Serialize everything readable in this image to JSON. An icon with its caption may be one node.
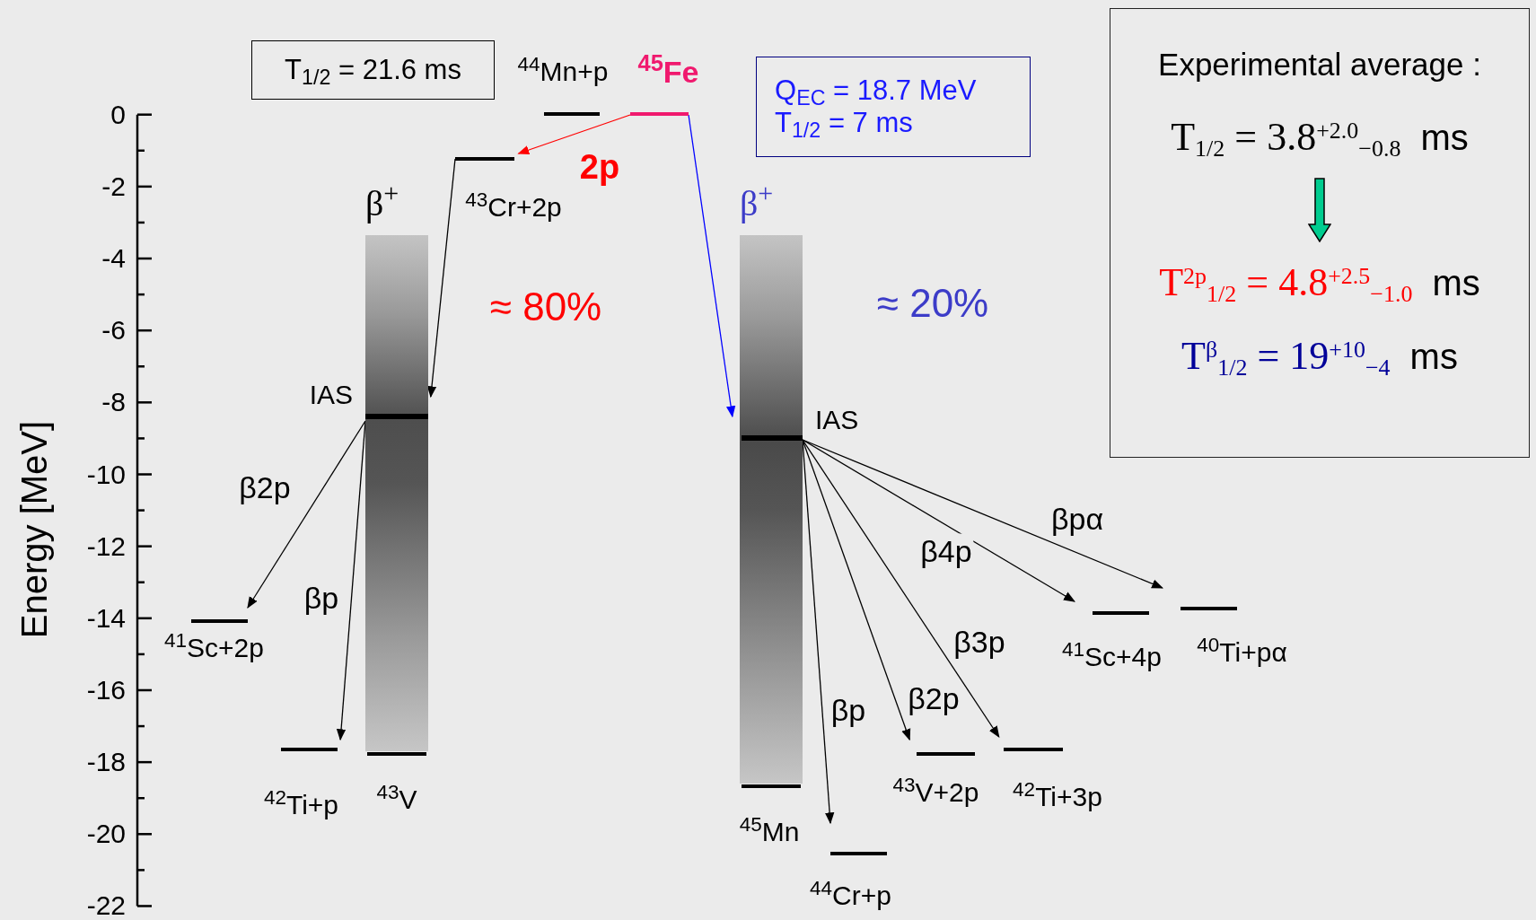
{
  "diagram": {
    "nodes": [
      {
        "text": [
          "T$_{1/2}$ = 21.6 ms"
        ]
      },
      {
        "text": [
          "$^{44}$Mn+p"
        ]
      },
      {
        "text": [
          "$^{45}$Fe"
        ]
      },
      {
        "text": [
          "Q$_{EC}$ = 18.7 MeV",
          "T$_{1/2}$ = 7 ms"
        ]
      },
      {
        "text": [
          "Experimental average :",
          "T$_{1/2}$ = 3.8$^{+2.0}$$_{−0.8}$",
          "ms",
          "T$^{2p}$$_{1/2}$ = 4.8$^{+2.5}$$_{−1.0}$",
          "ms",
          "T$^{β}$$_{1/2}$ = 19$^{+10}$$_{−4}$",
          "ms"
        ]
      },
      {
        "text": [
          "$^{43}$Cr+2p"
        ]
      },
      {
        "text": [
          "β$^{+}$"
        ]
      },
      {
        "text": [
          "IAS"
        ],
        "in": 6
      },
      {
        "text": [
          "$^{41}$Sc+2p"
        ]
      },
      {
        "text": [
          "$^{42}$Ti+p"
        ]
      },
      {
        "text": [
          "$^{43}$V"
        ]
      },
      {
        "text": [
          "β$^{+}$"
        ]
      },
      {
        "text": [
          "IAS"
        ],
        "in": 11
      },
      {
        "text": [
          "$^{45}$Mn"
        ]
      },
      {
        "text": [
          "$^{44}$Cr+p"
        ]
      },
      {
        "text": [
          "$^{43}$V+2p"
        ]
      },
      {
        "text": [
          "$^{42}$Ti+3p"
        ]
      },
      {
        "text": [
          "$^{41}$Sc+4p"
        ]
      },
      {
        "text": [
          "$^{40}$Ti+pα"
        ]
      }
    ],
    "edges": [
      {
        "from": 2,
        "to": 5,
        "arrow": "to",
        "label": "2p",
        "color": "#ff0000"
      },
      {
        "from": 5,
        "to": 7,
        "arrow": "to"
      },
      {
        "from": 2,
        "to": 12,
        "arrow": "to",
        "color": "#0000ff"
      },
      {
        "from": 7,
        "to": 8,
        "arrow": "to",
        "label": "β2p"
      },
      {
        "from": 7,
        "to": 9,
        "arrow": "to",
        "label": "βp"
      },
      {
        "from": 12,
        "to": 14,
        "arrow": "to",
        "label": "βp"
      },
      {
        "from": 12,
        "to": 15,
        "arrow": "to",
        "label": "β2p"
      },
      {
        "from": 12,
        "to": 16,
        "arrow": "to",
        "label": "β3p"
      },
      {
        "from": 12,
        "to": 17,
        "arrow": "to",
        "label": "β4p"
      },
      {
        "from": 12,
        "to": 18,
        "arrow": "to",
        "label": "βpα"
      }
    ],
    "labels": [
      "0",
      "-2",
      "-4",
      "-6",
      "-8",
      "-10",
      "-12",
      "-14",
      "-16",
      "-18",
      "-20",
      "-22",
      "Energy [MeV]",
      "≈ 80%",
      "≈ 20%"
    ]
  }
}
